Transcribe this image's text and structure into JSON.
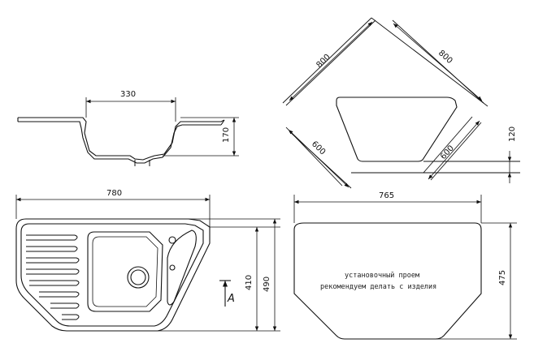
{
  "colors": {
    "line": "#111111",
    "dim": "#222222",
    "background": "#ffffff"
  },
  "section": {
    "top_width": "330",
    "depth": "170"
  },
  "corner_top": {
    "side_left": "800",
    "side_right": "800",
    "front_left": "600",
    "front_right": "600",
    "overhang": "120"
  },
  "plan": {
    "width": "780",
    "depth_inner": "410",
    "depth_total": "490",
    "section_mark": "A"
  },
  "cutout": {
    "width": "765",
    "depth": "475",
    "note_line1": "установочный проем",
    "note_line2": "рекомендуем делать с изделия"
  }
}
